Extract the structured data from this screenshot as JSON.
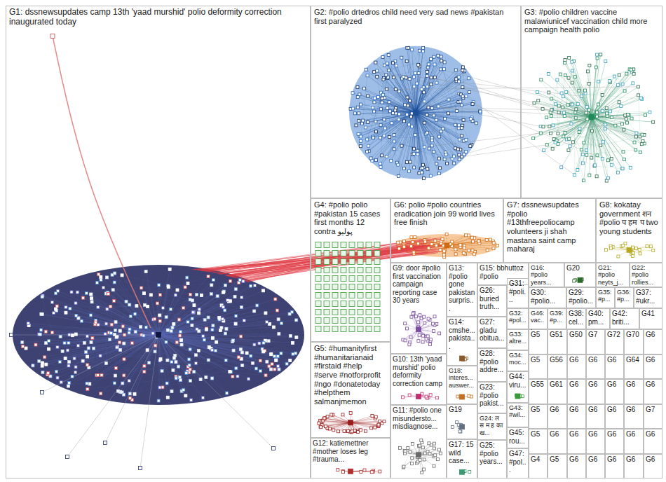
{
  "diagram": {
    "nodes": [
      {
        "text": [
          "G1: dssnewsupdates camp 13th 'yaad murshid' polio deformity correction inaugurated today"
        ]
      },
      {
        "text": [
          "G2: #polio drtedros child need very sad news #pakistan first paralyzed"
        ]
      },
      {
        "text": [
          "G3: #polio children vaccine malawiunicef vaccination child more campaign health polio"
        ]
      },
      {
        "text": [
          "G4: #polio polio #pakistan 15 cases first months 12 contra پولیو"
        ]
      },
      {
        "text": [
          "G5: #humanityfirst #humanitarianaid #firstaid #help #serve #notforprofit #ngo #donatetoday #helpthem salmanjmemon"
        ]
      },
      {
        "text": [
          "G6: polio #polio countries eradication join 99 world lives free finish"
        ]
      },
      {
        "text": [
          "G7: dssnewsupdates #polio #13thfreepoliocamp volunteers ji shah mastana saint camp maharaj"
        ]
      },
      {
        "text": [
          "G8: kokatay government शन #polio प हम प two young students"
        ]
      },
      {
        "text": [
          "G9: door #polio first vaccination campaign reporting case 30 years"
        ]
      },
      {
        "text": [
          "G10: 13th 'yaad murshid' polio deformity correction camp"
        ]
      },
      {
        "text": [
          "G11: #polio one misundersto... misdiagnose..."
        ]
      },
      {
        "text": [
          "G12: katiemettner #mother loses leg #trauma..."
        ]
      },
      {
        "text": [
          "G13: #polio gone pakistan surpris..."
        ]
      },
      {
        "text": [
          "G14: cmshe... pakista..."
        ]
      },
      {
        "text": [
          "G15: bbhuttoz #polio"
        ]
      },
      {
        "text": [
          "G16: #polio years..."
        ]
      },
      {
        "text": [
          "G17: 15 wild case..."
        ]
      },
      {
        "text": [
          "G18: interes... auswer..."
        ]
      },
      {
        "text": [
          "G19"
        ]
      },
      {
        "text": [
          "G20"
        ]
      },
      {
        "text": [
          "G21: #polio neyts_j..."
        ]
      },
      {
        "text": [
          "G22: #polio rollies..."
        ]
      },
      {
        "text": [
          "G23: #polio pakist..."
        ]
      },
      {
        "text": [
          "G24: ल स म ह का ख..."
        ]
      },
      {
        "text": [
          "G25: #polio years..."
        ]
      },
      {
        "text": [
          "G26: buried truth..."
        ]
      },
      {
        "text": [
          "G27: gladu obitua..."
        ]
      },
      {
        "text": [
          "G28: #polio addre..."
        ]
      },
      {
        "text": [
          "G29: #polio..."
        ]
      },
      {
        "text": [
          "G30: #polio..."
        ]
      },
      {
        "text": [
          "G31: #poli..."
        ]
      },
      {
        "text": [
          "G32: #pol..."
        ]
      },
      {
        "text": [
          "G33: altre..."
        ]
      },
      {
        "text": [
          "G34: moc..."
        ]
      },
      {
        "text": [
          "G35: #p..."
        ]
      },
      {
        "text": [
          "G36: #p..."
        ]
      },
      {
        "text": [
          "G37: #ukr..."
        ]
      },
      {
        "text": [
          "G38: cel..."
        ]
      },
      {
        "text": [
          "G39: #p..."
        ]
      },
      {
        "text": [
          "G40: pm..."
        ]
      },
      {
        "text": [
          "G41"
        ]
      },
      {
        "text": [
          "G42: briti..."
        ]
      },
      {
        "text": [
          "G43: #wil..."
        ]
      },
      {
        "text": [
          "G44: viru..."
        ]
      },
      {
        "text": [
          "G45: rou..."
        ]
      },
      {
        "text": [
          "G46: vac..."
        ]
      },
      {
        "text": [
          "G47: #pol..."
        ]
      },
      {
        "text": [
          "G5"
        ]
      },
      {
        "text": [
          "G51"
        ]
      },
      {
        "text": [
          "G50"
        ]
      },
      {
        "text": [
          "G7"
        ]
      },
      {
        "text": [
          "G72"
        ]
      },
      {
        "text": [
          "G70"
        ]
      },
      {
        "text": [
          "G6"
        ]
      },
      {
        "text": [
          "G5"
        ]
      },
      {
        "text": [
          "G56"
        ]
      },
      {
        "text": [
          "G6"
        ]
      },
      {
        "text": [
          "G6"
        ]
      },
      {
        "text": [
          "G6"
        ]
      },
      {
        "text": [
          "G64"
        ]
      },
      {
        "text": [
          "G6"
        ]
      },
      {
        "text": [
          "G55"
        ]
      },
      {
        "text": [
          "G61"
        ]
      },
      {
        "text": [
          "G6"
        ]
      },
      {
        "text": [
          "G6"
        ]
      },
      {
        "text": [
          "G6"
        ]
      },
      {
        "text": [
          "G6"
        ]
      },
      {
        "text": [
          "G6"
        ]
      },
      {
        "text": [
          "G5"
        ]
      },
      {
        "text": [
          "G6"
        ]
      },
      {
        "text": [
          "G6"
        ]
      },
      {
        "text": [
          "G6"
        ]
      },
      {
        "text": [
          "G6"
        ]
      },
      {
        "text": [
          "G6"
        ]
      },
      {
        "text": [
          "G7"
        ]
      },
      {
        "text": [
          "G5"
        ]
      },
      {
        "text": [
          "G6"
        ]
      },
      {
        "text": [
          "G6"
        ]
      },
      {
        "text": [
          "G6"
        ]
      },
      {
        "text": [
          "G6"
        ]
      },
      {
        "text": [
          "G6"
        ]
      },
      {
        "text": [
          "G6"
        ]
      },
      {
        "text": [
          "G4"
        ]
      },
      {
        "text": [
          "G5"
        ]
      },
      {
        "text": [
          "G6"
        ]
      },
      {
        "text": [
          "G6"
        ]
      },
      {
        "text": [
          "G6"
        ]
      },
      {
        "text": [
          "G6"
        ]
      },
      {
        "text": [
          "G6"
        ]
      }
    ]
  }
}
